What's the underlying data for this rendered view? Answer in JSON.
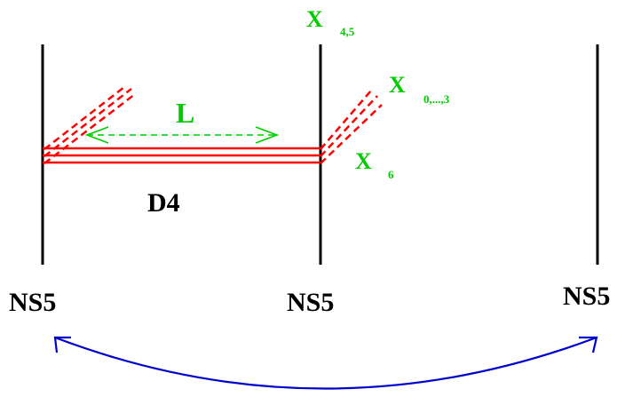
{
  "colors": {
    "brane_lines": "#000000",
    "d4_strings": "#ff0000",
    "x_labels": "#00cc00",
    "distance_arrow": "#00cc00",
    "curved_arrow": "#0000cc"
  },
  "labels": {
    "ns5_left": "NS5",
    "ns5_middle": "NS5",
    "ns5_right": "NS5",
    "d4": "D4",
    "length": "L",
    "x45_main": "X",
    "x45_sub": "4,5",
    "x03_main": "X",
    "x03_sub": "0,...,3",
    "x6_main": "X",
    "x6_sub": "6"
  }
}
